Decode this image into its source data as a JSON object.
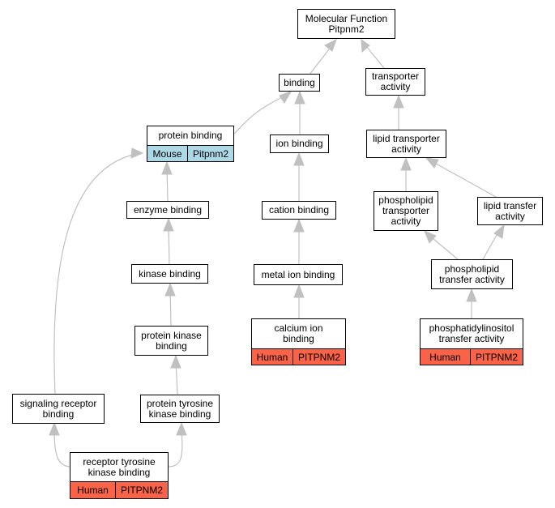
{
  "colors": {
    "edge": "#c0c0c0",
    "mouse": "#add8e6",
    "human": "#fa6347",
    "border": "#000000"
  },
  "nodes": {
    "molecular_function": "Molecular Function\nPitpnm2",
    "binding": "binding",
    "transporter_activity": "transporter\nactivity",
    "protein_binding": {
      "label": "protein binding",
      "species": "Mouse",
      "gene": "Pitpnm2"
    },
    "ion_binding": "ion binding",
    "lipid_transporter_activity": "lipid transporter\nactivity",
    "enzyme_binding": "enzyme binding",
    "cation_binding": "cation binding",
    "phospholipid_transporter_activity": "phospholipid\ntransporter\nactivity",
    "lipid_transfer_activity": "lipid transfer\nactivity",
    "kinase_binding": "kinase binding",
    "metal_ion_binding": "metal ion binding",
    "phospholipid_transfer_activity": "phospholipid\ntransfer activity",
    "protein_kinase_binding": "protein kinase\nbinding",
    "calcium_ion_binding": {
      "label": "calcium ion\nbinding",
      "species": "Human",
      "gene": "PITPNM2"
    },
    "phosphatidylinositol_transfer_activity": {
      "label": "phosphatidylinositol\ntransfer activity",
      "species": "Human",
      "gene": "PITPNM2"
    },
    "signaling_receptor_binding": "signaling receptor\nbinding",
    "protein_tyrosine_kinase_binding": "protein tyrosine\nkinase binding",
    "receptor_tyrosine_kinase_binding": {
      "label": "receptor tyrosine\nkinase binding",
      "species": "Human",
      "gene": "PITPNM2"
    }
  }
}
